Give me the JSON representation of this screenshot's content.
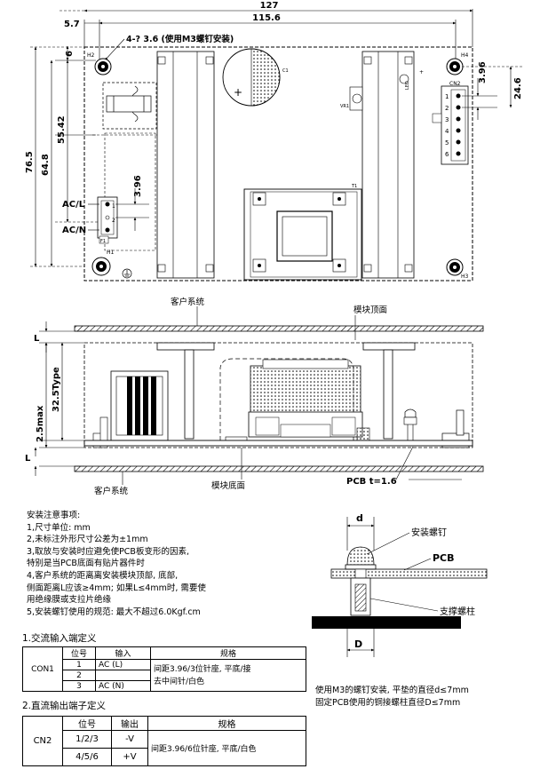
{
  "top_view": {
    "dim_overall_width": "127",
    "dim_left_offset": "5.7",
    "dim_hole_spacing": "115.6",
    "mount_hole_note": "4-? 3.6 (使用M3螺钉安装)",
    "dim_6": "6",
    "dim_55_42": "55.42",
    "dim_64_8": "64.8",
    "dim_76_5": "76.5",
    "dim_3_96_left": "3.96",
    "dim_3_96_right": "3.96",
    "dim_24_6": "24.6",
    "ac_l": "AC/L",
    "ac_n": "AC/N",
    "hole_labels": [
      "H2",
      "H4",
      "H1",
      "H3"
    ],
    "cn2_label": "CN2",
    "cn2_pins": [
      "1",
      "2",
      "3",
      "4",
      "5",
      "6"
    ],
    "cn1_pins": [
      "1",
      "2"
    ],
    "c1": "C1",
    "vr1": "VR1",
    "led": "LED",
    "f1": "F1",
    "t1": "T1"
  },
  "side_view": {
    "customer_system_top": "客户系统",
    "module_top": "模块顶面",
    "dim_l": "L",
    "dim_height": "32.5Type",
    "dim_max": "2.5max",
    "module_bottom": "模块底面",
    "customer_system_bottom": "客户系统",
    "pcb_thickness": "PCB t=1.6"
  },
  "notes": {
    "title": "安装注意事项:",
    "items": [
      "1,尺寸单位: mm",
      "2,未标注外形尺寸公差为±1mm",
      "3,取放与安装时应避免使PCB板变形的因素,",
      "特别是当PCB底面有贴片器件时",
      "4,客户系统的距离离安装模块顶部, 底部,",
      "侧面距离L应该≥4mm; 如果L≤4mm时, 需要使",
      "用绝缘膜或支拉片绝缘",
      "5,安装螺钉使用的规范: 最大不超过6.0Kgf.cm"
    ]
  },
  "mount_detail": {
    "d_top": "d",
    "screw": "安装螺钉",
    "pcb": "PCB",
    "standoff": "支撑螺柱",
    "d_bottom": "D",
    "caption": [
      "使用M3的螺钉安装, 平垫的直径d≤7mm",
      "固定PCB使用的铜接螺柱直径D≤7mm"
    ]
  },
  "ac_input_table": {
    "heading": "1.交流输入端定义",
    "headers": [
      "位号",
      "输入",
      "规格"
    ],
    "ref": "CON1",
    "rows": [
      {
        "pin": "1",
        "input": "AC (L)"
      },
      {
        "pin": "2",
        "input": ""
      },
      {
        "pin": "3",
        "input": "AC (N)"
      }
    ],
    "spec_line1": "间距3.96/3位针座, 平底/接",
    "spec_line2": "去中间针/白色"
  },
  "dc_output_table": {
    "heading": "2.直流输出端子定义",
    "headers": [
      "位号",
      "输出",
      "规格"
    ],
    "ref": "CN2",
    "rows": [
      {
        "pin": "1/2/3",
        "output": "-V"
      },
      {
        "pin": "4/5/6",
        "output": "+V"
      }
    ],
    "spec": "间距3.96/6位针座, 平底/白色"
  }
}
